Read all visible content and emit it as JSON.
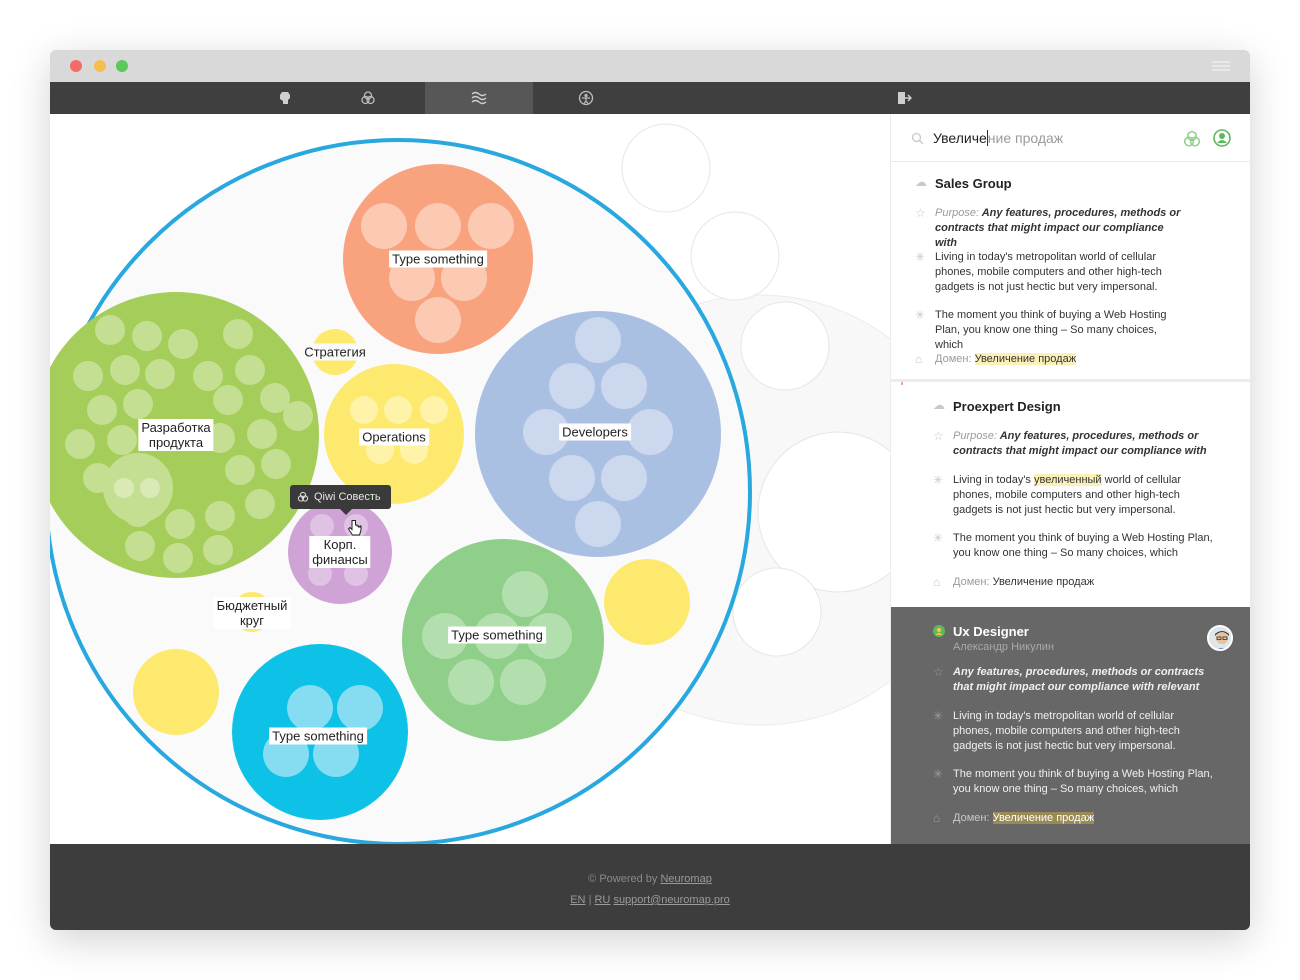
{
  "toolbar": {
    "items": [
      {
        "icon": "brain-icon"
      },
      {
        "icon": "circles-icon"
      },
      {
        "icon": "waves-icon",
        "active": true
      },
      {
        "icon": "person-circle-icon"
      },
      {
        "icon": "exit-icon"
      }
    ]
  },
  "map": {
    "circles": [
      {
        "label": "Type something",
        "color": "#f8a27e"
      },
      {
        "label": "Стратегия",
        "color": "#fde96d"
      },
      {
        "label": "Разработка\nпродукта",
        "color": "#a4cd5a"
      },
      {
        "label": "Operations",
        "color": "#fde96d"
      },
      {
        "label": "Developers",
        "color": "#aac0e3"
      },
      {
        "label": "Корп.\nфинансы",
        "color": "#cfa3d6"
      },
      {
        "label": "Бюджетный\nкруг",
        "color": "#fde96d"
      },
      {
        "label": "Type something",
        "color": "#8fcf8a"
      },
      {
        "label": "Type something",
        "color": "#0ec1e6"
      }
    ],
    "tooltip": "Qiwi Совесть",
    "accent": "#29a8df"
  },
  "search": {
    "typed": "Увеличе",
    "rest": "ние продаж"
  },
  "cards": [
    {
      "title": "Sales Group",
      "purpose_label": "Purpose:",
      "purpose": "Any features, procedures, methods or contracts that might impact our compliance with",
      "text1": "Living in today's metropolitan world of cellular phones, mobile computers and other high-tech gadgets is not just hectic but very impersonal.",
      "text2": "The moment you think of buying a Web Hosting Plan, you know one thing – So many choices, which",
      "domain_label": "Домен:",
      "domain": "Увеличение продаж"
    },
    {
      "title": "Proexpert Design",
      "purpose_label": "Purpose:",
      "purpose": "Any features, procedures, methods or contracts that might impact our compliance with",
      "text1_a": "Living in today's ",
      "text1_hl": "увеличенный",
      "text1_b": " world of cellular phones, mobile computers and other high-tech gadgets is not just hectic but very impersonal.",
      "text2": "The moment you think of buying a Web Hosting Plan, you know one thing – So many choices, which",
      "domain_label": "Домен:",
      "domain": "Увеличение продаж"
    },
    {
      "title": "Ux Designer",
      "subtitle": "Александр Никулин",
      "purpose": "Any features, procedures, methods or contracts that might impact our compliance with relevant",
      "text1": "Living in today's metropolitan world of cellular phones, mobile computers and other high-tech gadgets is not just hectic but very impersonal.",
      "text2": "The moment you think of buying a Web Hosting Plan, you know one thing – So many choices, which",
      "domain_label": "Домен:",
      "domain": "Увеличение продаж"
    }
  ],
  "footer": {
    "powered": "© Powered by",
    "brand": "Neuromap",
    "lang_en": "EN",
    "sep": "|",
    "lang_ru": "RU",
    "email": "support@neuromap.pro"
  }
}
